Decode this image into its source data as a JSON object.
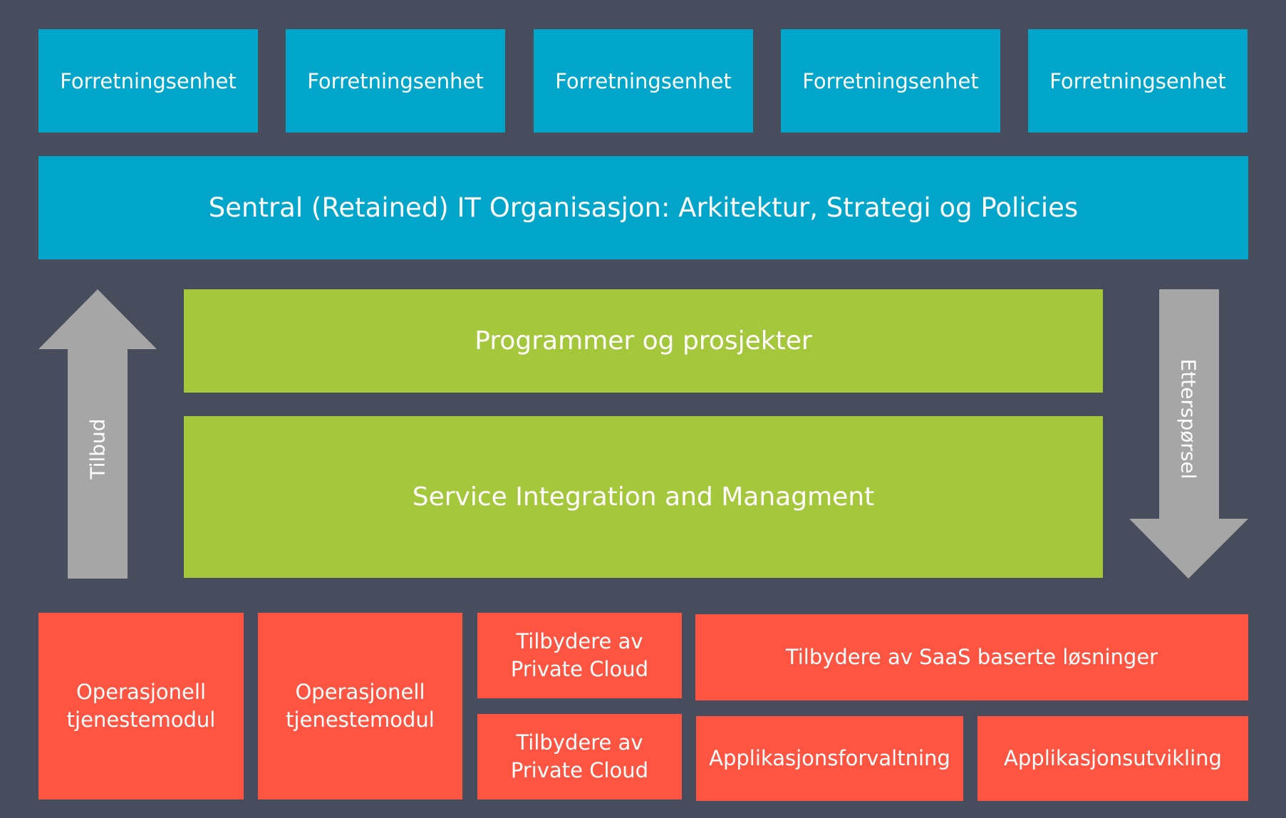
{
  "business_units": [
    "Forretningsenhet",
    "Forretningsenhet",
    "Forretningsenhet",
    "Forretningsenhet",
    "Forretningsenhet"
  ],
  "central": "Sentral (Retained) IT Organisasjon: Arkitektur, Strategi og Policies",
  "programs": "Programmer og prosjekter",
  "siam": "Service Integration and Managment",
  "arrows": {
    "up": "Tilbud",
    "down": "Etterspørsel"
  },
  "providers": {
    "ops1": "Operasjonell tjenestemodul",
    "ops2": "Operasjonell tjenestemodul",
    "private_cloud_1": "Tilbydere av Private Cloud",
    "private_cloud_2": "Tilbydere av Private Cloud",
    "saas": "Tilbydere av SaaS baserte løsninger",
    "app_mgmt": "Applikasjonsforvaltning",
    "app_dev": "Applikasjonsutvikling"
  },
  "colors": {
    "background": "#474d5c",
    "blue": "#02a6cb",
    "green": "#a5c73b",
    "red": "#fe5442",
    "arrow": "#a6a6a6"
  }
}
